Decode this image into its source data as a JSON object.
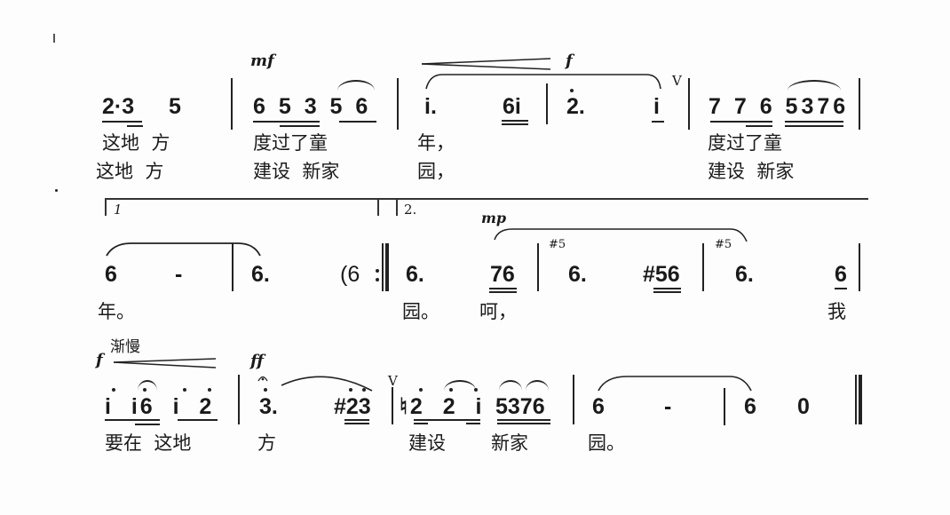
{
  "score": {
    "system1": {
      "dynamics": {
        "mf": "mf",
        "f": "f"
      },
      "breath": "V",
      "notes": {
        "n1": "2·3",
        "n2": "5",
        "n3": "6 5 3 5 6",
        "n4": "i.",
        "n5": "6i",
        "n6": "2.",
        "n7": "i",
        "n8": "7 7 6 5376"
      },
      "lyrics_verse1": {
        "l1": "这地  方",
        "l2": "度过了童",
        "l3": "年，",
        "l4": "度过了童"
      },
      "lyrics_verse2": {
        "l1": "这地  方",
        "l2": "建设  新家",
        "l3": "园，",
        "l4": "建设  新家"
      }
    },
    "system2": {
      "volta1": "1",
      "volta2": "2.",
      "dynamics": {
        "mp": "mp"
      },
      "notes": {
        "n1": "6",
        "n2": "-",
        "n3": "6.",
        "n4": "(6",
        "n5": "6.",
        "n6": "76",
        "grace1": "#5",
        "n7": "6.",
        "n8": "#56",
        "grace2": "#5",
        "n9": "6.",
        "n10": "6"
      },
      "lyrics": {
        "l1": "年。",
        "l2": "园。",
        "l3": "呵，",
        "l4": "我"
      }
    },
    "system3": {
      "dynamics": {
        "f": "f",
        "ff": "ff"
      },
      "tempo_marking": "渐慢",
      "breath": "V",
      "notes": {
        "n1": "i  i6  i  2",
        "n2": "3.",
        "n3": "#23",
        "n4": "♮2  2  i",
        "n5": "5376",
        "n6": "6",
        "n7": "-",
        "n8": "6",
        "n9": "0"
      },
      "lyrics": {
        "l1": "要在  这地",
        "l2": "方",
        "l3": "建设",
        "l4": "新家",
        "l5": "园。"
      }
    }
  }
}
